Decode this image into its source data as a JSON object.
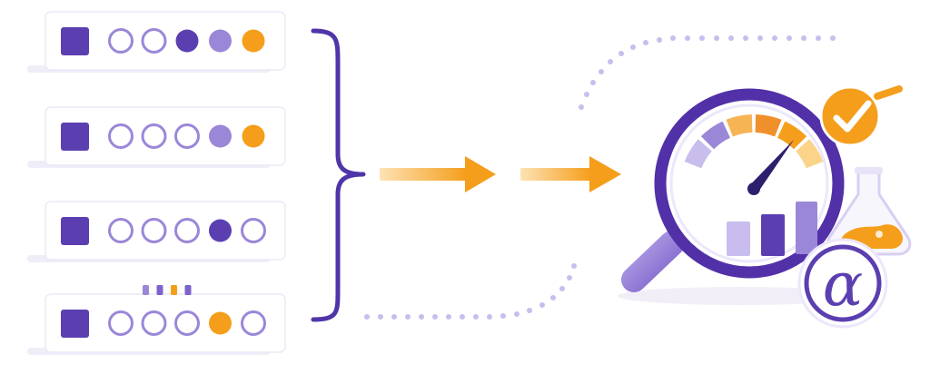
{
  "colors": {
    "purple_dark": "#5b3fb1",
    "purple_mid": "#9b87d8",
    "purple_light": "#c9bdee",
    "orange": "#f59e1b",
    "orange_light": "#fbd48a",
    "card_border": "#ece9f6"
  },
  "rows": [
    {
      "square": "purple",
      "dots": [
        "empty",
        "empty",
        "dark",
        "mid",
        "orange"
      ]
    },
    {
      "square": "purple",
      "dots": [
        "empty",
        "empty",
        "empty",
        "mid",
        "orange"
      ]
    },
    {
      "square": "purple",
      "dots": [
        "empty",
        "empty",
        "empty",
        "dark",
        "empty"
      ]
    },
    {
      "square": "purple",
      "dots": [
        "empty",
        "empty",
        "empty",
        "orange",
        "empty"
      ],
      "marker": [
        "mid",
        "dark",
        "orange",
        "dark"
      ]
    }
  ],
  "connector": {
    "icon": "curly-brace-icon"
  },
  "arrows": [
    {
      "icon": "arrow-right-icon"
    },
    {
      "icon": "arrow-right-icon"
    }
  ],
  "result_icon": {
    "icon": "magnifier-gauge-icon",
    "badges": [
      "checkmark-icon",
      "flask-icon",
      "alpha-symbol-icon"
    ],
    "alpha_symbol": "α",
    "gauge_level": 0.78
  }
}
